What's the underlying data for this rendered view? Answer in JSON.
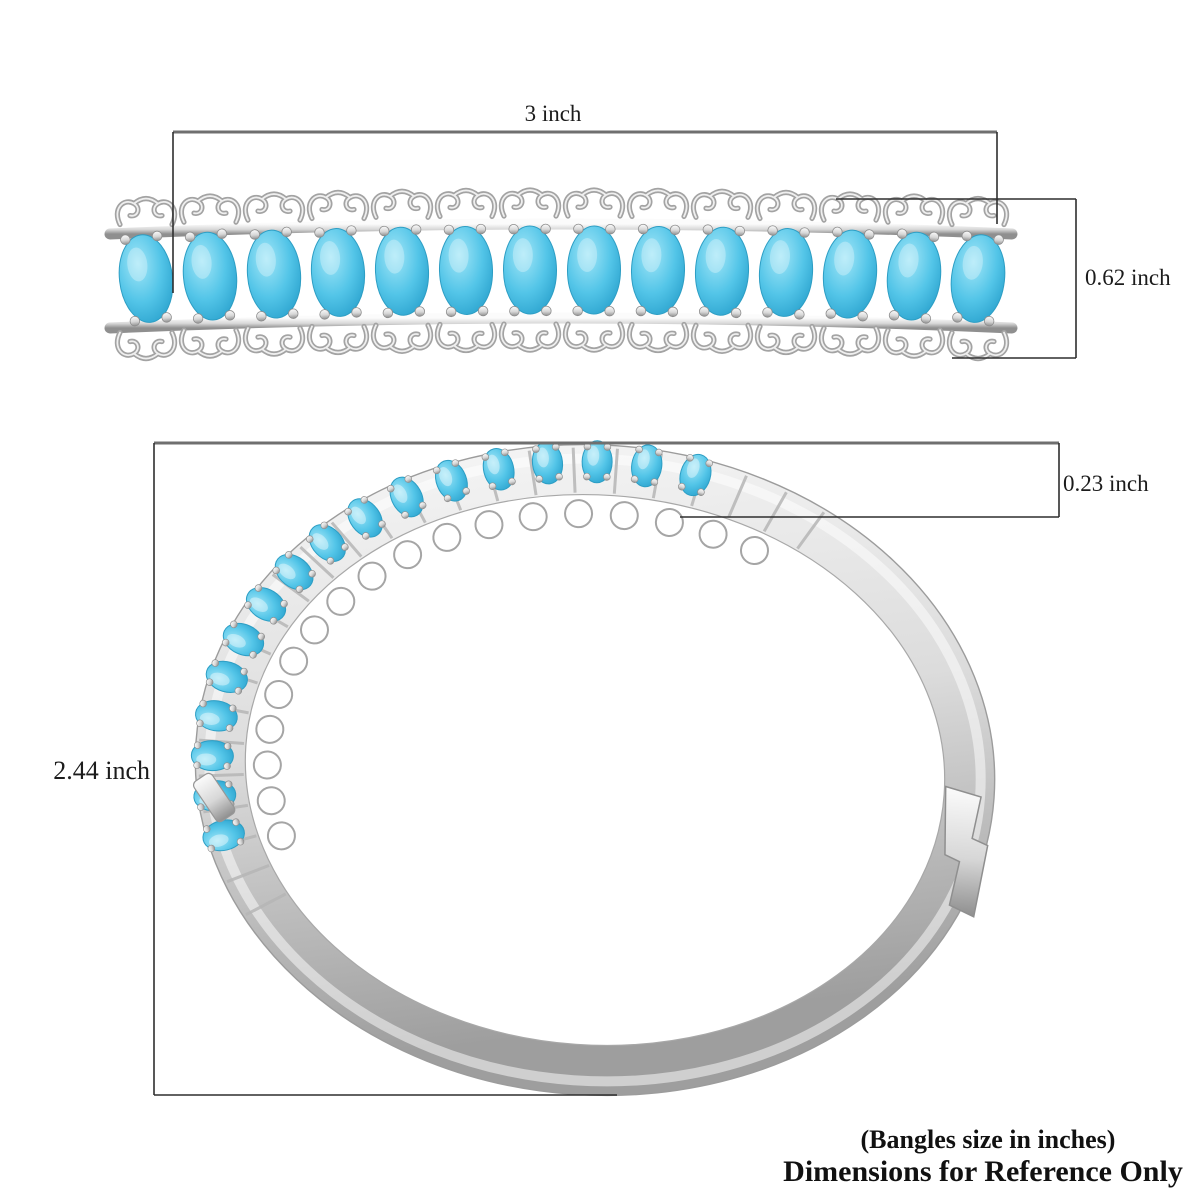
{
  "top_view": {
    "width_label": "3 inch",
    "height_label": "0.62 inch",
    "stone_count": 14
  },
  "perspective_view": {
    "stone_height_label": "0.23 inch",
    "diameter_label": "2.44 inch",
    "stone_count": 17
  },
  "footer": {
    "note_line1": "(Bangles size in inches)",
    "note_line2": "Dimensions for Reference Only"
  },
  "colors": {
    "turquoise_light": "#a2e6f7",
    "turquoise": "#53c5e8",
    "turquoise_dark": "#279fcb",
    "silver_light": "#fbfbfb",
    "silver_mid": "#d7d7d7",
    "silver_dark": "#8f8f8f",
    "dimension_gray": "#6f6f6f",
    "dimension_dark": "#2e2e2e"
  }
}
